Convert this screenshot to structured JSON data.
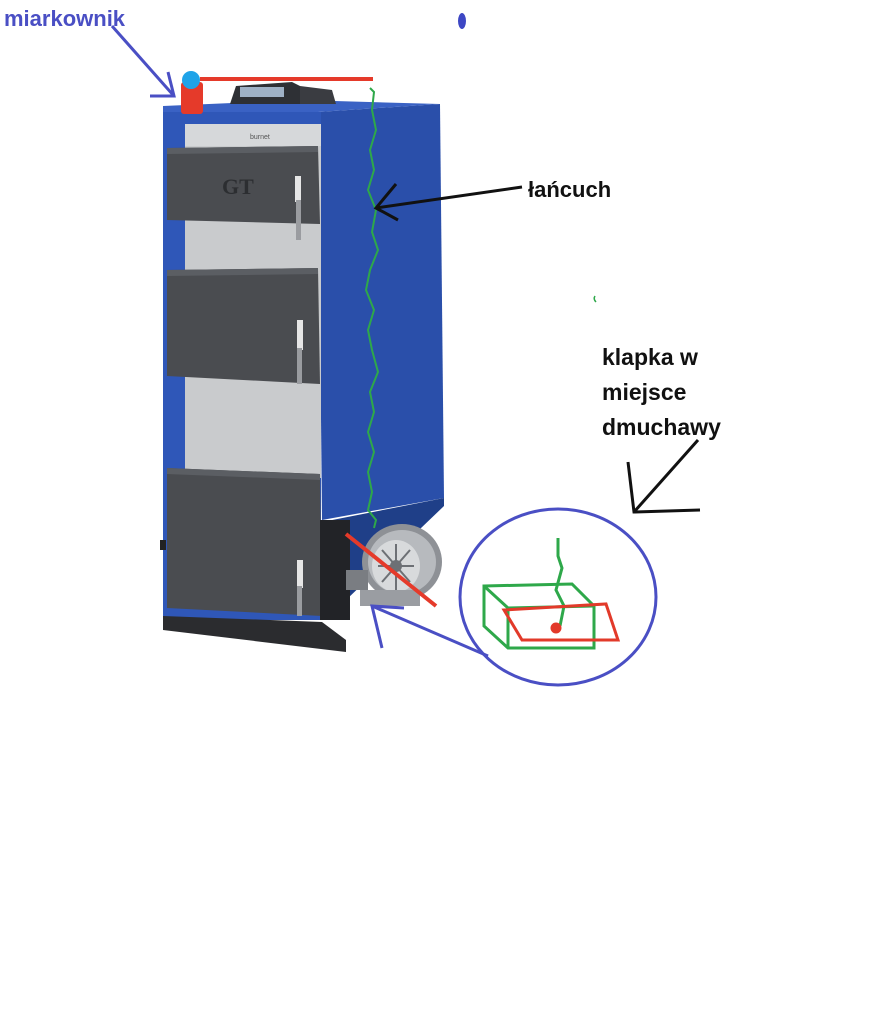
{
  "labels": {
    "gauge": "miarkownik",
    "chain": "łańcuch",
    "flap_line1": "klapka w",
    "flap_line2": "miejsce",
    "flap_line3": "dmuchawy"
  },
  "boiler": {
    "brand_badge": "GT",
    "top_plate": "burnet",
    "body_color": "#2f57b8",
    "door_color": "#4a4c50",
    "panel_color": "#c9cbcd"
  },
  "annotation_colors": {
    "gauge_arrow": "#4a4fc4",
    "chain": "#2ea84a",
    "flap": "#e23a2a",
    "label_arrow": "#111111"
  },
  "icons": {
    "gauge": "draft-regulator-icon",
    "fan": "blower-fan-icon",
    "controller": "controller-panel-icon"
  }
}
